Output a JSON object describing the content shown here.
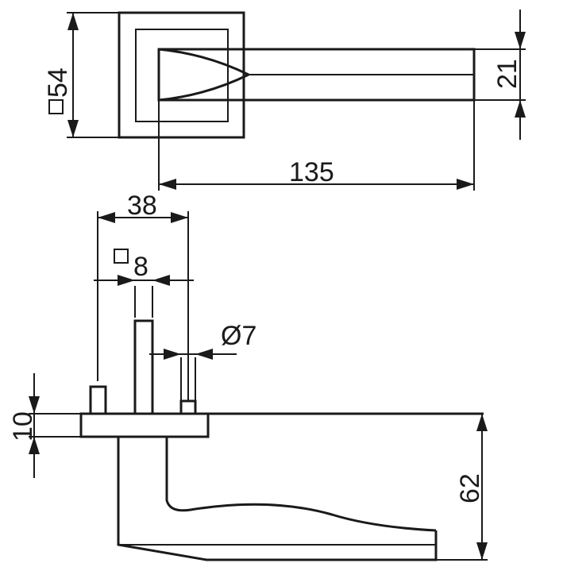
{
  "dimensions": {
    "rose_square": "54",
    "lever_width": "21",
    "lever_length": "135",
    "spindle_distance": "38",
    "spindle_square": "8",
    "screw_diameter": "Ø7",
    "rose_thickness": "10",
    "lever_height": "62"
  },
  "colors": {
    "line": "#1a1a1a",
    "background": "#ffffff"
  }
}
